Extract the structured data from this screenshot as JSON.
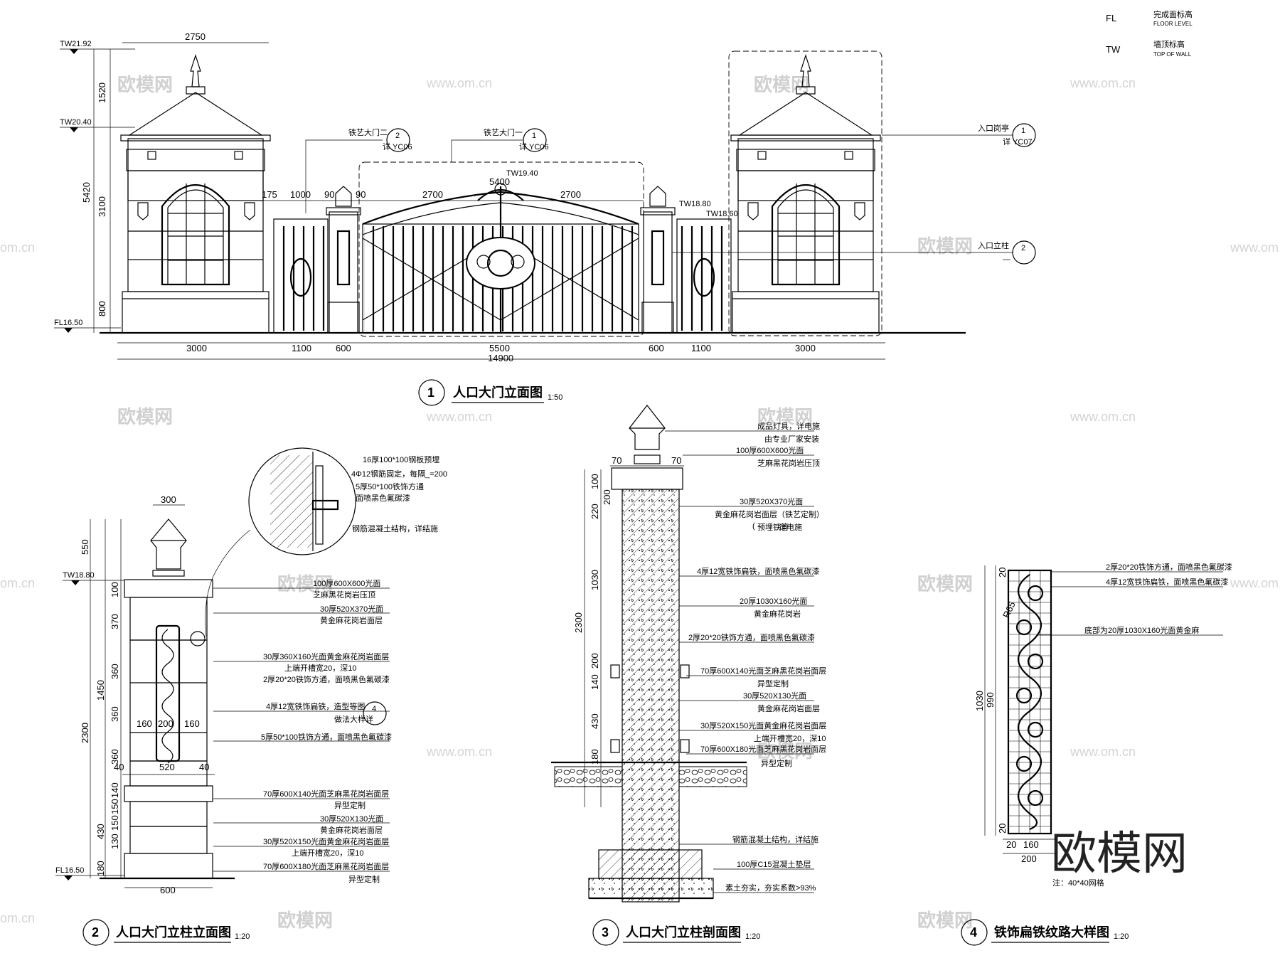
{
  "legend": [
    {
      "code": "FL",
      "cn": "完成面标高",
      "en": "FLOOR LEVEL"
    },
    {
      "code": "TW",
      "cn": "墙顶标高",
      "en": "TOP OF WALL"
    }
  ],
  "watermarks": {
    "cn": "欧模网",
    "url": "www.om.cn",
    "url_cut": "om.cn",
    "big": "欧模网"
  },
  "elevation": {
    "levels": [
      "TW21.92",
      "TW20.40",
      "FL16.50",
      "TW19.40",
      "TW18.80",
      "TW18.60"
    ],
    "left_dims": [
      "1520",
      "5420",
      "3100",
      "800"
    ],
    "top_dims": [
      "2750",
      "175",
      "1000",
      "90",
      "90",
      "5400",
      "2700",
      "2700"
    ],
    "bottom_dims": [
      "3000",
      "1100",
      "600",
      "5500",
      "600",
      "1100",
      "3000"
    ],
    "total": "14900",
    "callouts": [
      {
        "cn": "铁艺大门二",
        "num": "2",
        "ref": "详 YC06"
      },
      {
        "cn": "铁艺大门一",
        "num": "1",
        "ref": "详 YC06"
      },
      {
        "cn": "入口岗亭",
        "num": "1",
        "ref": "详 YC07"
      },
      {
        "cn": "入口立柱",
        "num": "2",
        "ref": "—"
      }
    ],
    "title_num": "1",
    "title": "人口大门立面图",
    "scale": "1:50"
  },
  "pillar_elev": {
    "top_dim": "300",
    "levels": [
      "TW18.80",
      "FL16.50"
    ],
    "left_dims_a": [
      "550",
      "100",
      "370",
      "360",
      "360",
      "360",
      "140",
      "150",
      "150",
      "130",
      "180"
    ],
    "left_dims_b": [
      "1450",
      "2300",
      "430"
    ],
    "bottom_dims": [
      "160",
      "200",
      "160",
      "40",
      "520",
      "40",
      "600"
    ],
    "notes": [
      "16厚100*100钢板预埋",
      "4Φ12钢筋固定，每隔_=200",
      "5厚50*100铁饰方通",
      "面喷黑色氟碳漆",
      "钢筋混凝土结构，详结施",
      "100厚600X600光面",
      "芝麻黑花岗岩压顶",
      "30厚520X370光面",
      "黄金麻花岗岩面层",
      "30厚360X160光面黄金麻花岗岩面层",
      "上端开槽宽20，深10",
      "2厚20*20铁饰方通，面喷黑色氟碳漆",
      "4厚12宽铁饰扁铁，造型等图",
      "做法大样详",
      "5厚50*100铁饰方通，面喷黑色氟碳漆",
      "70厚600X140光面芝麻黑花岗岩面层",
      "异型定制",
      "30厚520X130光面",
      "黄金麻花岗岩面层",
      "30厚520X150光面黄金麻花岗岩面层",
      "上端开槽宽20，深10",
      "70厚600X180光面芝麻黑花岗岩面层",
      "异型定制"
    ],
    "callout_num": "4",
    "title_num": "2",
    "title": "人口大门立柱立面图",
    "scale": "1:20"
  },
  "pillar_sect": {
    "top_dims": [
      "70",
      "70"
    ],
    "left_dims_a": [
      "100",
      "200",
      "220",
      "1030",
      "200",
      "140",
      "430",
      "180"
    ],
    "left_dims_b": [
      "2300"
    ],
    "notes": [
      "成品灯具，详电施",
      "由专业厂家安装",
      "100厚600X600光面",
      "芝麻黑花岗岩压顶",
      "30厚520X370光面",
      "黄金麻花岗岩面层（铁艺定制）",
      "预埋铁管",
      "(",
      "详电施",
      "4厚12宽铁饰扁铁，面喷黑色氟碳漆",
      "20厚1030X160光面",
      "黄金麻花岗岩",
      "2厚20*20铁饰方通，面喷黑色氟碳漆",
      "70厚600X140光面芝麻黑花岗岩面层",
      "异型定制",
      "30厚520X130光面",
      "黄金麻花岗岩面层",
      "30厚520X150光面黄金麻花岗岩面层",
      "上端开槽宽20，深10",
      "70厚600X180光面芝麻黑花岗岩面层",
      "异型定制",
      "钢筋混凝土结构，详结施",
      "100厚C15混凝土垫层",
      "素土夯实，夯实系数>93%"
    ],
    "title_num": "3",
    "title": "人口大门立柱剖面图",
    "scale": "1:20"
  },
  "detail": {
    "notes": [
      "2厚20*20铁饰方通，面喷黑色氟碳漆",
      "4厚12宽铁饰扁铁，面喷黑色氟碳漆",
      "底部为20厚1030X160光面黄金麻"
    ],
    "dims": [
      "1030",
      "990",
      "R65",
      "20",
      "20",
      "20",
      "160",
      "200"
    ],
    "note": "注：40*40网格",
    "title_num": "4",
    "title": "铁饰扁铁纹路大样图",
    "scale": "1:20"
  }
}
